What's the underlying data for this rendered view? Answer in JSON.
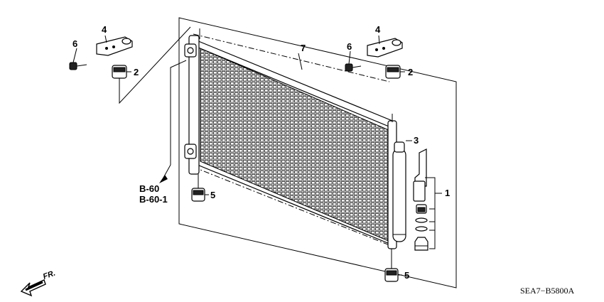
{
  "callouts": {
    "c1": "1",
    "c2a": "2",
    "c2b": "2",
    "c3": "3",
    "c4a": "4",
    "c4b": "4",
    "c5a": "5",
    "c5b": "5",
    "c6a": "6",
    "c6b": "6",
    "c7": "7"
  },
  "references": {
    "ref1": "B-60",
    "ref2": "B-60-1"
  },
  "direction_label": "FR.",
  "diagram_code": "SEA7−B5800A"
}
